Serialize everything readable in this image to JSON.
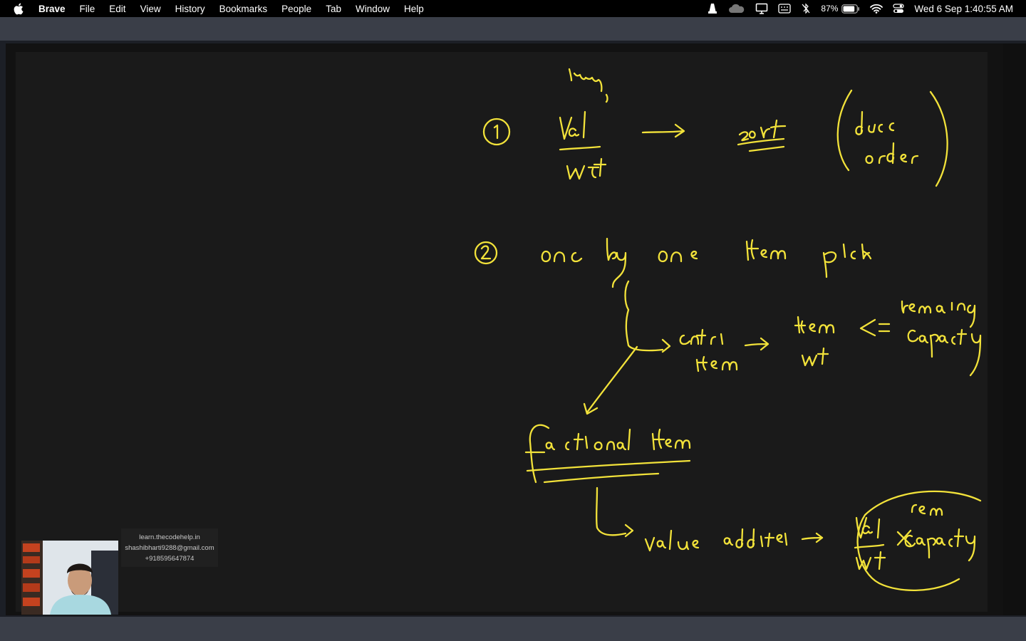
{
  "menubar": {
    "apple_icon": "apple-logo-icon",
    "app_name": "Brave",
    "items": [
      "File",
      "Edit",
      "View",
      "History",
      "Bookmarks",
      "People",
      "Tab",
      "Window",
      "Help"
    ],
    "status": {
      "icons": [
        "vlc-icon",
        "cloud-icon",
        "display-icon",
        "keyboard-icon",
        "bluetooth-off-icon"
      ],
      "battery_percent": "87%",
      "battery_level": 0.87,
      "wifi_icon": "wifi-icon",
      "control_center_icon": "control-center-icon",
      "datetime": "Wed 6 Sep  1:40:55 AM"
    }
  },
  "video": {
    "webcam_label": "presenter-webcam",
    "contact": {
      "website": "learn.thecodehelp.in",
      "email": "shashibharti9288@gmail.com",
      "phone": "+918595647874"
    },
    "whiteboard": {
      "ink_color": "#f2e23a"
    }
  }
}
